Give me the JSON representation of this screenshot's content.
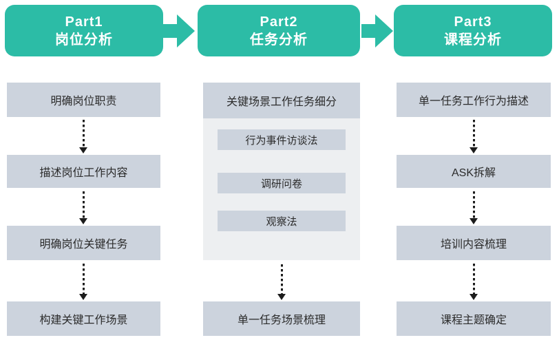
{
  "headers": [
    {
      "part": "Part1",
      "title": "岗位分析"
    },
    {
      "part": "Part2",
      "title": "任务分析"
    },
    {
      "part": "Part3",
      "title": "课程分析"
    }
  ],
  "columns": {
    "col1": {
      "boxes": [
        "明确岗位职责",
        "描述岗位工作内容",
        "明确岗位关键任务",
        "构建关键工作场景"
      ]
    },
    "col2": {
      "top_box": "关键场景工作任务细分",
      "methods": [
        "行为事件访谈法",
        "调研问卷",
        "观察法"
      ],
      "bottom_box": "单一任务场景梳理"
    },
    "col3": {
      "boxes": [
        "单一任务工作行为描述",
        "ASK拆解",
        "培训内容梳理",
        "课程主题确定"
      ]
    }
  },
  "colors": {
    "accent_teal": "#2cbca6",
    "box_fill": "#ccd3dd",
    "panel_fill": "#edeff1",
    "text_dark": "#2b2b2b",
    "arrow_black": "#1c1c1c",
    "header_text": "#ffffff",
    "background": "#ffffff"
  }
}
